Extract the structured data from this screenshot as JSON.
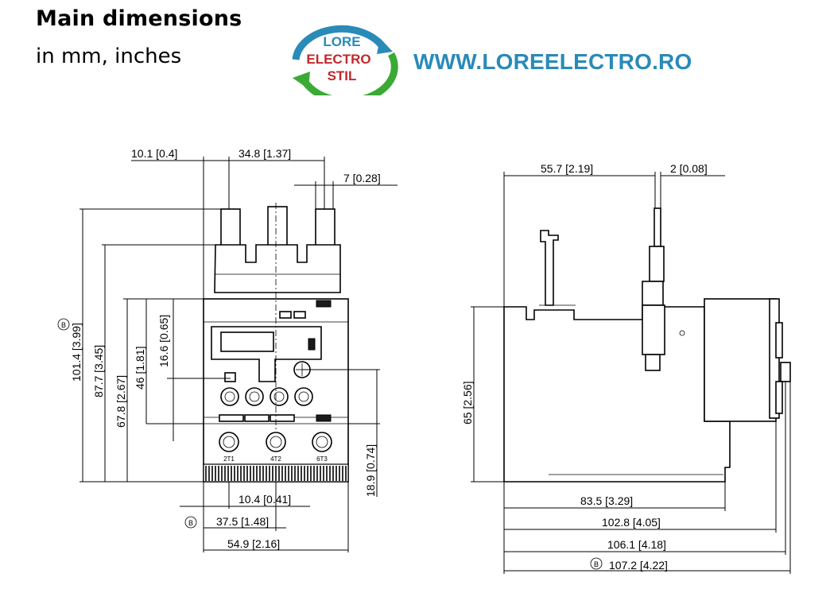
{
  "header": {
    "title": "Main dimensions",
    "subtitle": "in mm, inches",
    "logo_line1": "LORE",
    "logo_line2": "ELECTRO",
    "logo_line3": "STIL",
    "url": "WWW.LOREELECTRO.RO",
    "colors": {
      "url": "#2a8ab8",
      "logo_red": "#c0282d",
      "logo_green": "#3aaa35",
      "logo_blue": "#2a8ab8"
    }
  },
  "front_view": {
    "dim_top_left": "10.1 [0.4]",
    "dim_top_mid": "34.8 [1.37]",
    "dim_top_right": "7 [0.28]",
    "dim_v_1014": "101.4 [3.99]",
    "dim_v_877": "87.7 [3.45]",
    "dim_v_678": "67.8 [2.67]",
    "dim_v_46": "46 [1.81]",
    "dim_v_166": "16.6 [0.65]",
    "dim_v_074": "[0.74]",
    "dim_v_189": "18.9 [0.74]",
    "dim_b_104": "10.4 [0.41]",
    "dim_b_375": "37.5 [1.48]",
    "dim_b_549": "54.9 [2.16]",
    "marker": "B",
    "terminal_labels": [
      "2T1",
      "4T2",
      "6T3"
    ]
  },
  "side_view": {
    "dim_top_557": "55.7 [2.19]",
    "dim_top_2": "2 [0.08]",
    "dim_v_65": "65 [2.56]",
    "dim_b_835": "83.5 [3.29]",
    "dim_b_1028": "102.8 [4.05]",
    "dim_b_1061": "106.1 [4.18]",
    "dim_b_1072": "107.2 [4.22]",
    "marker": "B"
  }
}
